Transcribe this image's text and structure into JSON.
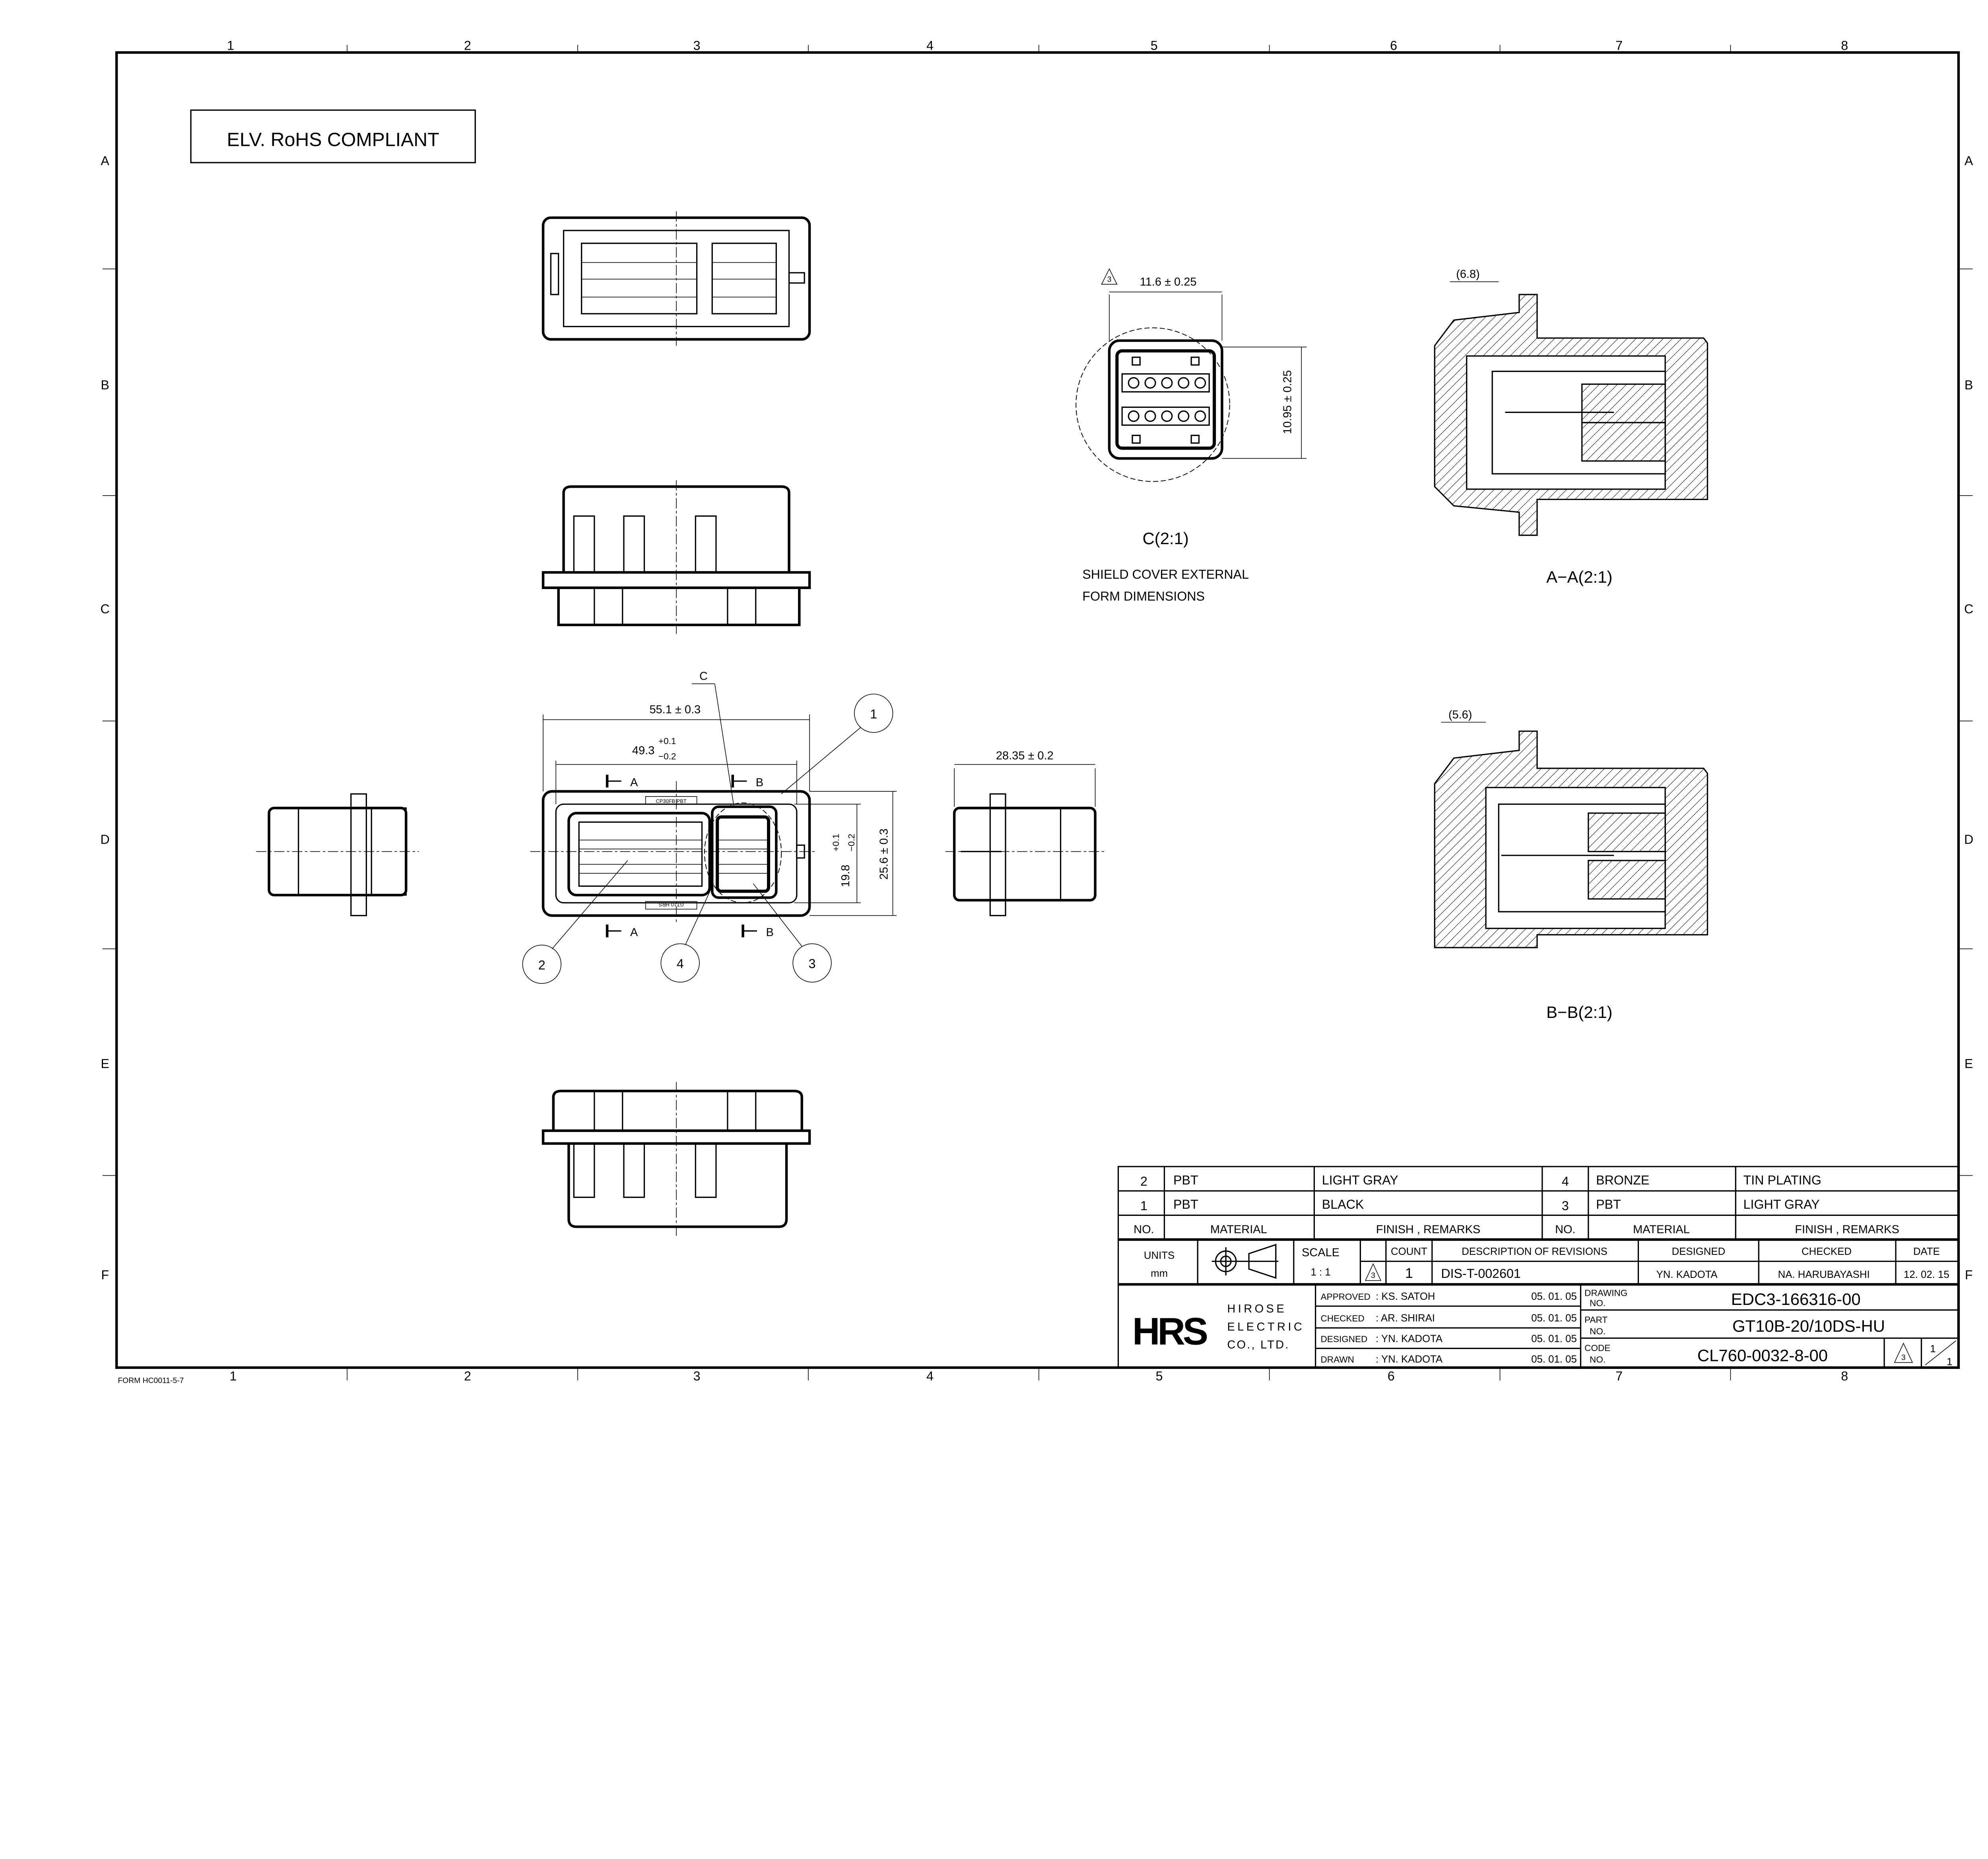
{
  "sheet": {
    "columns": [
      "1",
      "2",
      "3",
      "4",
      "5",
      "6",
      "7",
      "8"
    ],
    "rows": [
      "A",
      "B",
      "C",
      "D",
      "E",
      "F"
    ],
    "form_no": "FORM HC0011-5-7"
  },
  "notes": {
    "compliance": "ELV. RoHS COMPLIANT",
    "shield_line1": "SHIELD COVER EXTERNAL",
    "shield_line2": "FORM DIMENSIONS"
  },
  "views": {
    "detail_c": "C(2:1)",
    "section_aa": "A−A(2:1)",
    "section_bb": "B−B(2:1)",
    "cut_a": "A",
    "cut_b": "B",
    "detail_c_marker": "C",
    "marking_top": "CP30FB PBT",
    "marking_bottom": "GT10 HRS"
  },
  "dimensions": {
    "overall_width": "55.1 ± 0.3",
    "inner_width": "49.3",
    "inner_width_tol_plus": "+0.1",
    "inner_width_tol_minus": "−0.2",
    "overall_height": "25.6 ± 0.3",
    "inner_height": "19.8",
    "inner_height_tol_plus": "+0.1",
    "inner_height_tol_minus": "−0.2",
    "depth": "28.35 ± 0.2",
    "shield_width": "11.6 ± 0.25",
    "shield_height": "10.95 ± 0.25",
    "ref_aa": "(6.8)",
    "ref_bb": "(5.6)",
    "revision_marker": "3"
  },
  "balloons": [
    "1",
    "2",
    "3",
    "4"
  ],
  "parts_table": {
    "headers": {
      "no": "NO.",
      "material": "MATERIAL",
      "finish": "FINISH , REMARKS"
    },
    "left": [
      {
        "no": "2",
        "material": "PBT",
        "finish": "LIGHT GRAY"
      },
      {
        "no": "1",
        "material": "PBT",
        "finish": "BLACK"
      }
    ],
    "right": [
      {
        "no": "4",
        "material": "BRONZE",
        "finish": "TIN PLATING"
      },
      {
        "no": "3",
        "material": "PBT",
        "finish": "LIGHT GRAY"
      }
    ]
  },
  "title_block": {
    "units_label": "UNITS",
    "units_value": "mm",
    "projection_icon": "third-angle-projection-icon",
    "scale_label": "SCALE",
    "scale_value": "1 : 1",
    "revision_headers": [
      "COUNT",
      "DESCRIPTION OF REVISIONS",
      "DESIGNED",
      "CHECKED",
      "DATE"
    ],
    "revision": {
      "mark": "3",
      "count": "1",
      "description": "DIS-T-002601",
      "designed": "YN. KADOTA",
      "checked": "NA. HARUBAYASHI",
      "date": "12. 02. 15"
    },
    "company_logo": "HRS",
    "company_name": [
      "HIROSE",
      "ELECTRIC",
      "CO., LTD."
    ],
    "signoffs": [
      {
        "role": "APPROVED",
        "name": ": KS. SATOH",
        "date": "05. 01. 05"
      },
      {
        "role": "CHECKED",
        "name": ": AR. SHIRAI",
        "date": "05. 01. 05"
      },
      {
        "role": "DESIGNED",
        "name": ": YN. KADOTA",
        "date": "05. 01. 05"
      },
      {
        "role": "DRAWN",
        "name": ": YN. KADOTA",
        "date": "05. 01. 05"
      }
    ],
    "drawing_no_label": [
      "DRAWING",
      "NO."
    ],
    "drawing_no": "EDC3-166316-00",
    "part_no_label": [
      "PART",
      "NO."
    ],
    "part_no": "GT10B-20/10DS-HU",
    "code_no_label": [
      "CODE",
      "NO."
    ],
    "code_no": "CL760-0032-8-00",
    "code_revision": "3",
    "sheet_num": "1",
    "sheet_total": "1"
  }
}
